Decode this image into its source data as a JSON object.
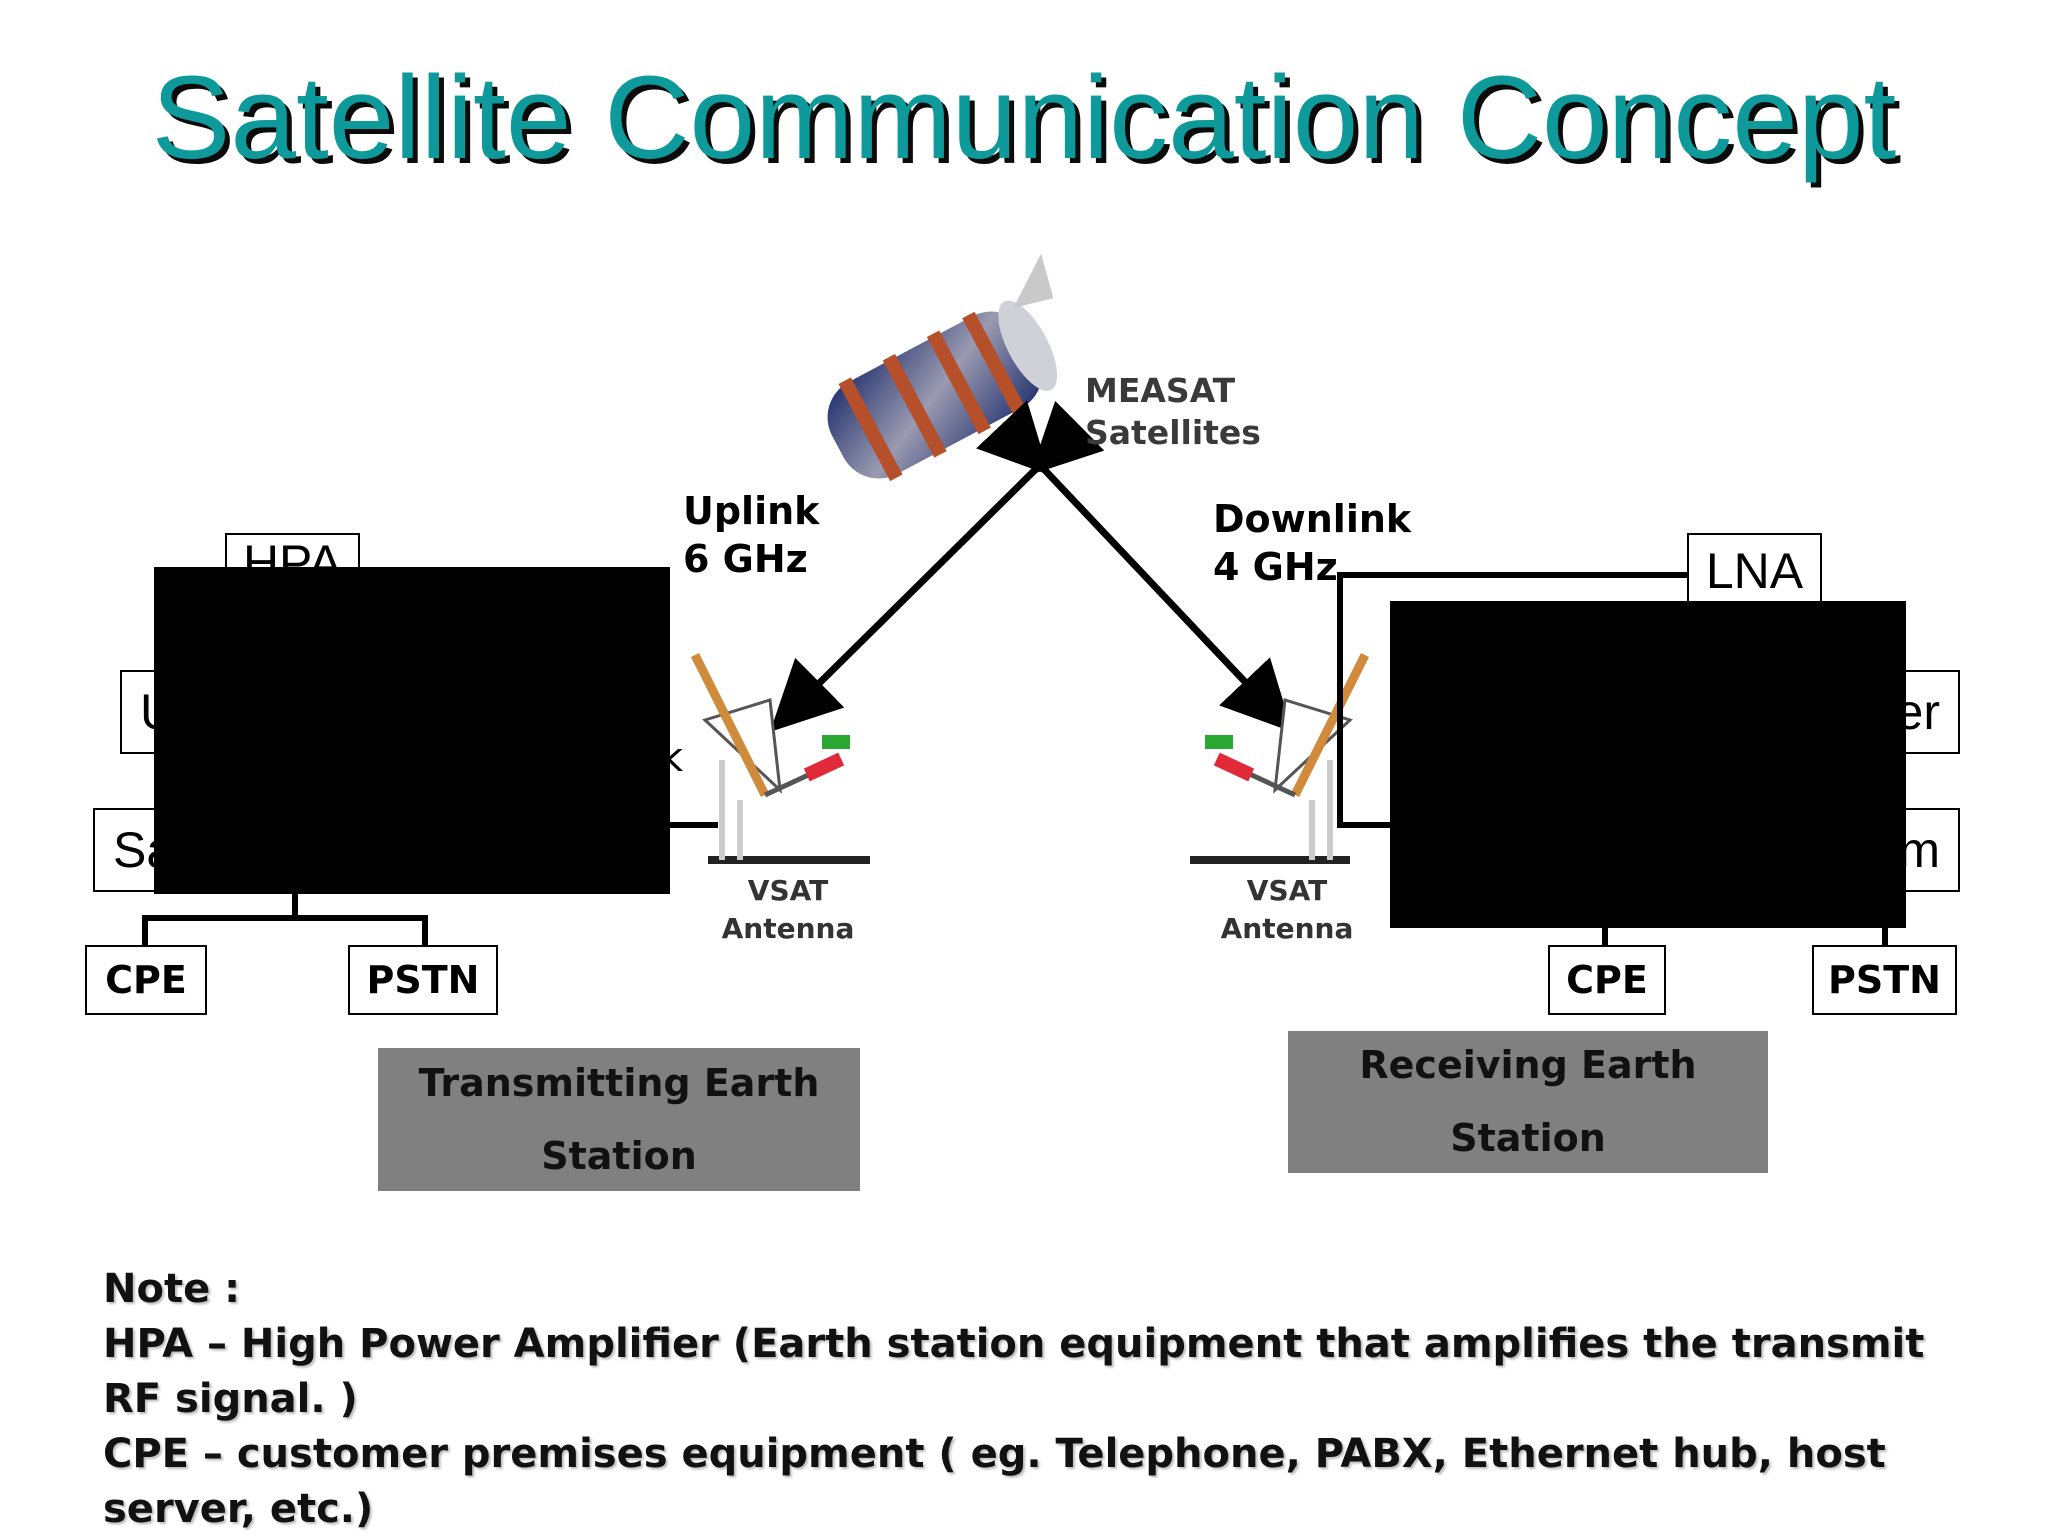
{
  "title": "Satellite Communication Concept",
  "satellite": {
    "line1": "MEASAT",
    "line2": "Satellites"
  },
  "uplink": {
    "line1": "Uplink",
    "line2": "6 GHz"
  },
  "downlink": {
    "line1": "Downlink",
    "line2": "4 GHz"
  },
  "antenna": {
    "line1": "VSAT",
    "line2": "Antenna"
  },
  "left_station": {
    "hpa_fragment": "HPA",
    "u_fragment": "U",
    "sa_fragment": "Sa",
    "k_fragment": "k",
    "cpe": "CPE",
    "pstn": "PSTN",
    "caption": "Transmitting Earth Station"
  },
  "right_station": {
    "lna": "LNA",
    "er_fragment": "er",
    "m_fragment": "m",
    "cpe": "CPE",
    "pstn": "PSTN",
    "caption": "Receiving Earth Station"
  },
  "notes": {
    "heading": "Note :",
    "hpa": "HPA – High Power Amplifier (Earth station equipment that amplifies the transmit RF signal. )",
    "cpe": "CPE – customer premises equipment ( eg. Telephone, PABX, Ethernet hub, host server, etc.)"
  },
  "colors": {
    "title": "#0e9a9a",
    "station_box": "#808080",
    "redaction": "#000000"
  }
}
